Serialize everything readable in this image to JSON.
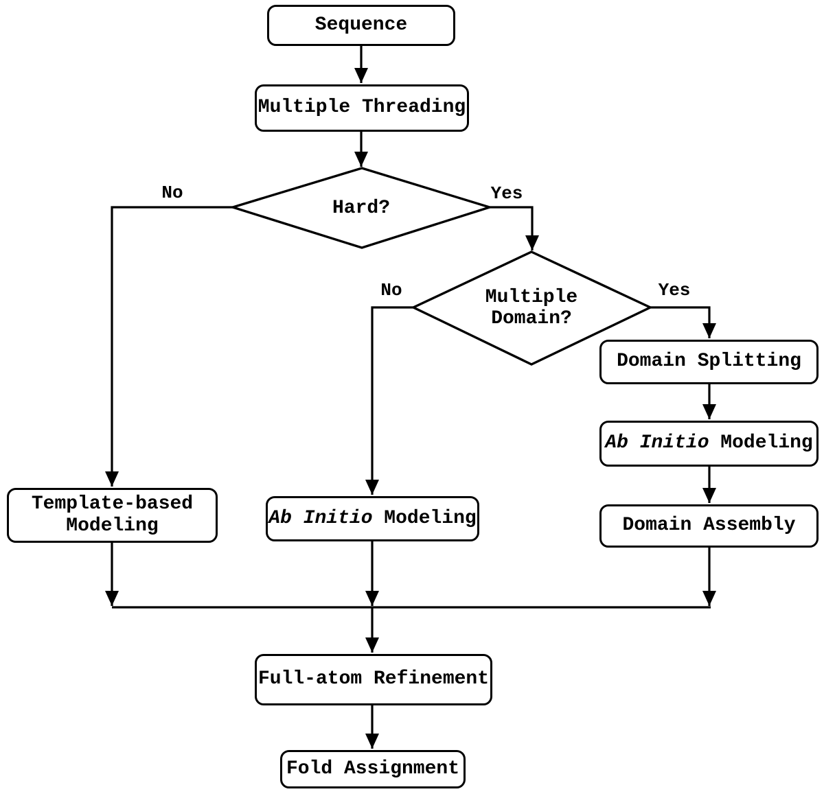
{
  "nodes": {
    "sequence": {
      "label": "Sequence"
    },
    "multiple_threading": {
      "label": "Multiple Threading"
    },
    "hard_decision": {
      "label": "Hard?"
    },
    "multiple_domain_decision": {
      "line1": "Multiple",
      "line2": "Domain?"
    },
    "domain_splitting": {
      "label": "Domain Splitting"
    },
    "ab_initio_modeling_right": {
      "italic": "Ab Initio",
      "rest": " Modeling"
    },
    "domain_assembly": {
      "label": "Domain Assembly"
    },
    "template_based_modeling": {
      "line1": "Template-based",
      "line2": "Modeling"
    },
    "ab_initio_modeling_center": {
      "italic": "Ab Initio",
      "rest": " Modeling"
    },
    "full_atom_refinement": {
      "label": "Full-atom Refinement"
    },
    "fold_assignment": {
      "label": "Fold Assignment"
    }
  },
  "edge_labels": {
    "hard_no": "No",
    "hard_yes": "Yes",
    "multiple_domain_no": "No",
    "multiple_domain_yes": "Yes"
  },
  "colors": {
    "stroke": "#000000",
    "node_fill": "#ffffff",
    "text": "#000000",
    "background": "#ffffff"
  }
}
